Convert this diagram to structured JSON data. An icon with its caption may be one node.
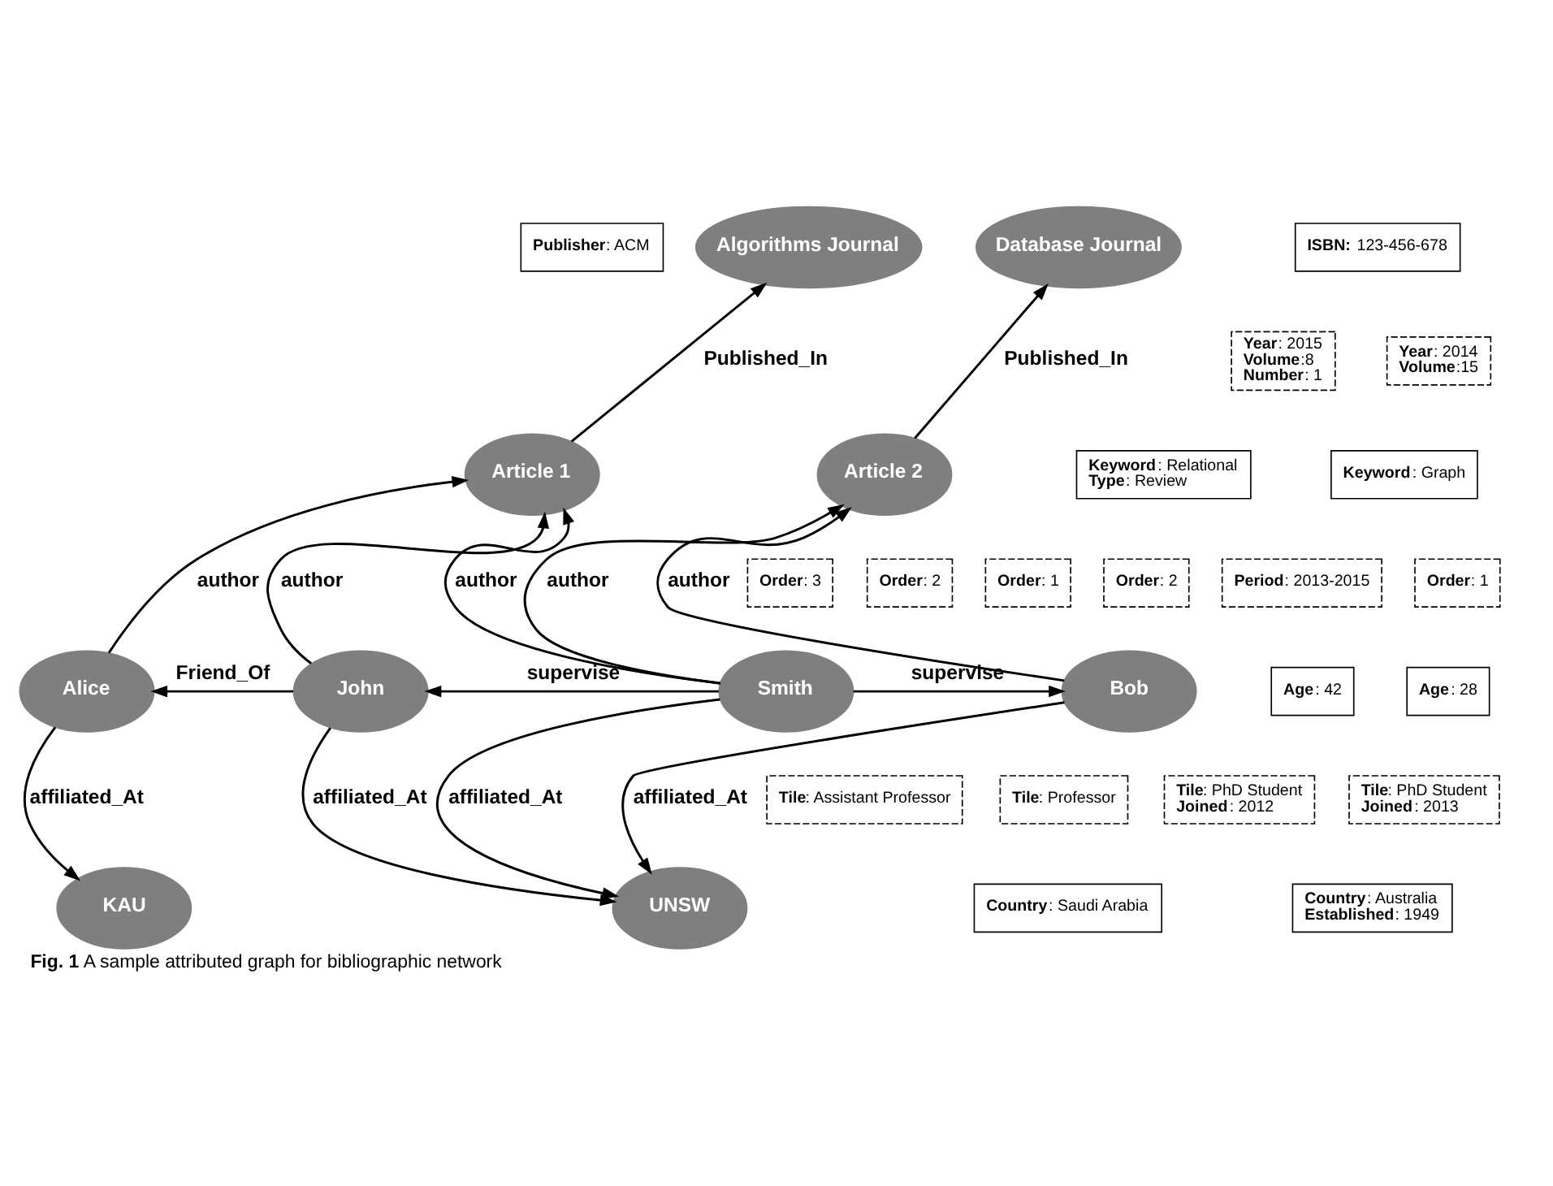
{
  "diagram": {
    "caption": "**Fig. 1** A sample attributed graph for bibliographic network",
    "nodes": [
      {
        "text": [
          "**Publisher**: ACM"
        ]
      },
      {
        "text": [
          "Algorithms Journal"
        ]
      },
      {
        "text": [
          "**ISBN:** 123-456-678"
        ]
      },
      {
        "text": [
          "Database Journal"
        ]
      },
      {
        "text": [
          "**Year**: 2015",
          "**Volume**:8",
          "**Number**: 1"
        ]
      },
      {
        "text": [
          "**Year**: 2014",
          "**Volume**:15"
        ]
      },
      {
        "text": [
          "**Keyword**: Relational",
          "**Type**: Review"
        ]
      },
      {
        "text": [
          "Article 1"
        ]
      },
      {
        "text": [
          "**Keyword**: Graph"
        ]
      },
      {
        "text": [
          "Article 2"
        ]
      },
      {
        "text": [
          "**Order**: 3"
        ]
      },
      {
        "text": [
          "**Order**: 2"
        ]
      },
      {
        "text": [
          "**Order**: 1"
        ]
      },
      {
        "text": [
          "**Order**: 2"
        ]
      },
      {
        "text": [
          "**Period**: 2013-2015"
        ]
      },
      {
        "text": [
          "**Order**: 1"
        ]
      },
      {
        "text": [
          "**Age**: 42"
        ]
      },
      {
        "text": [
          "Alice"
        ]
      },
      {
        "text": [
          "John"
        ]
      },
      {
        "text": [
          "Smith"
        ]
      },
      {
        "text": [
          "Bob"
        ]
      },
      {
        "text": [
          "**Age**: 28"
        ]
      },
      {
        "text": [
          "**Tile**: Assistant Professor"
        ]
      },
      {
        "text": [
          "**Tile**: Professor"
        ]
      },
      {
        "text": [
          "**Tile**: PhD Student",
          "**Joined**: 2012"
        ]
      },
      {
        "text": [
          "**Tile**: PhD Student",
          "**Joined**: 2013"
        ]
      },
      {
        "text": [
          "KAU"
        ]
      },
      {
        "text": [
          "**Country**: Saudi Arabia"
        ]
      },
      {
        "text": [
          "UNSW"
        ]
      },
      {
        "text": [
          "**Country**: Australia",
          "**Established**: 1949"
        ]
      }
    ],
    "edges": [
      {
        "from": 7,
        "to": 1,
        "arrow": "to",
        "label": "Published_In"
      },
      {
        "from": 9,
        "to": 3,
        "arrow": "to",
        "label": "Published_In"
      },
      {
        "from": 17,
        "to": 7,
        "arrow": "to",
        "label": "author"
      },
      {
        "from": 18,
        "to": 7,
        "arrow": "to",
        "label": "author"
      },
      {
        "from": 19,
        "to": 7,
        "arrow": "to",
        "label": "author"
      },
      {
        "from": 19,
        "to": 9,
        "arrow": "to",
        "label": "author"
      },
      {
        "from": 20,
        "to": 9,
        "arrow": "to",
        "label": "author"
      },
      {
        "from": 18,
        "to": 17,
        "arrow": "to",
        "label": "Friend_Of"
      },
      {
        "from": 19,
        "to": 18,
        "arrow": "to",
        "label": "supervise"
      },
      {
        "from": 19,
        "to": 20,
        "arrow": "to",
        "label": "supervise"
      },
      {
        "from": 17,
        "to": 26,
        "arrow": "to",
        "label": "affiliated_At"
      },
      {
        "from": 18,
        "to": 28,
        "arrow": "to",
        "label": "affiliated_At"
      },
      {
        "from": 19,
        "to": 28,
        "arrow": "to",
        "label": "affiliated_At"
      },
      {
        "from": 20,
        "to": 28,
        "arrow": "to",
        "label": "affiliated_At"
      }
    ]
  }
}
